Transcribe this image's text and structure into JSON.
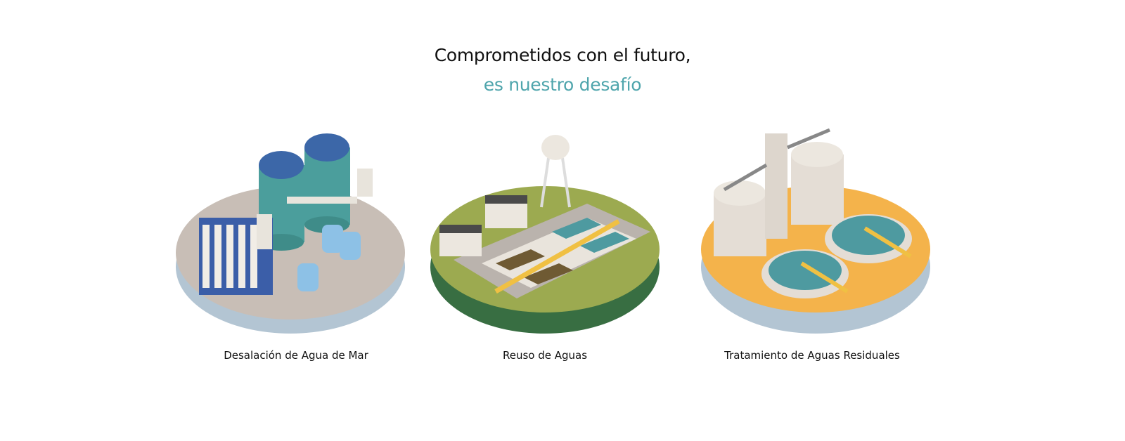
{
  "headline": {
    "line1": "Comprometidos con el futuro,",
    "line2": "es nuestro desafío"
  },
  "colors": {
    "accent": "#4fa5ac",
    "text": "#111111"
  },
  "services": [
    {
      "label": "Desalación de Agua de Mar",
      "icon": "desalination-plant-illustration"
    },
    {
      "label": "Reuso de Aguas",
      "icon": "water-reuse-plant-illustration"
    },
    {
      "label": "Tratamiento de Aguas Residuales",
      "icon": "wastewater-treatment-illustration"
    }
  ]
}
